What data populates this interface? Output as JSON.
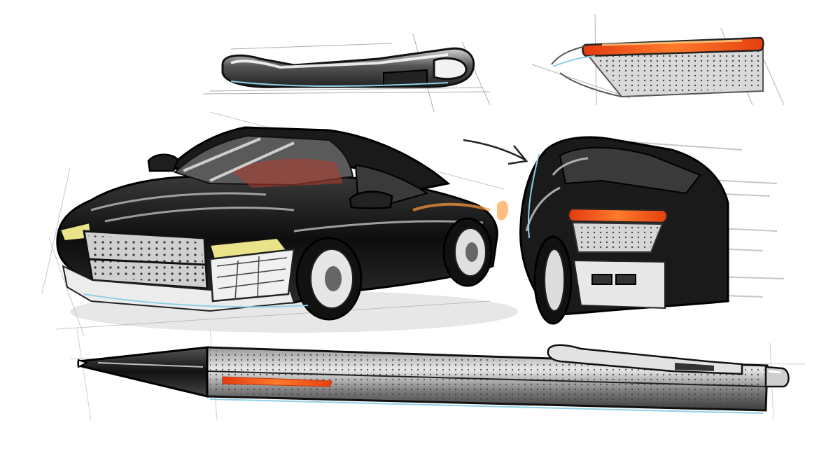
{
  "image": {
    "kind": "pencil-and-marker design sketch",
    "subjects": [
      "pen-clip-detail",
      "taillight-detail",
      "sports-car",
      "car-rear-detail",
      "ballpoint-pen"
    ],
    "palette": {
      "paper": "#ffffff",
      "graphite": "#2a2a2a",
      "dark-body": "#151515",
      "mid-gray": "#8a8a8a",
      "light-gray": "#cfcfcf",
      "orange-accent": "#ff5a1a",
      "orange-glow": "#ffae5c",
      "blue-accent": "#8fd0e6",
      "yellow-accent": "#e9e38a",
      "red-interior": "#b33d2e"
    }
  }
}
